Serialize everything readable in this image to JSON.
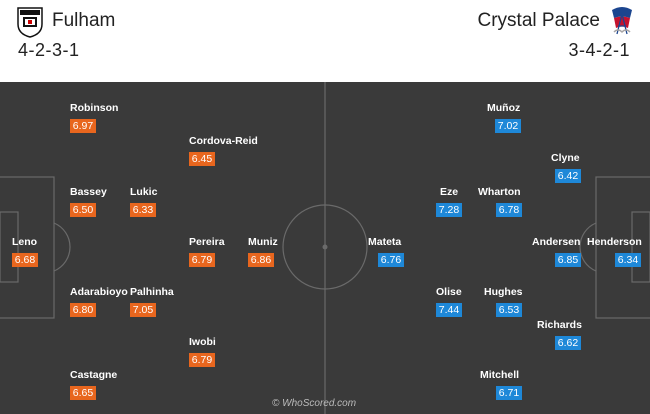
{
  "home": {
    "name": "Fulham",
    "formation": "4-2-3-1",
    "color": "#e8661e",
    "players": [
      {
        "name": "Robinson",
        "rating": "6.97"
      },
      {
        "name": "Cordova-Reid",
        "rating": "6.45"
      },
      {
        "name": "Bassey",
        "rating": "6.50"
      },
      {
        "name": "Lukic",
        "rating": "6.33"
      },
      {
        "name": "Leno",
        "rating": "6.68"
      },
      {
        "name": "Pereira",
        "rating": "6.79"
      },
      {
        "name": "Muniz",
        "rating": "6.86"
      },
      {
        "name": "Adarabioyo",
        "rating": "6.80"
      },
      {
        "name": "Palhinha",
        "rating": "7.05"
      },
      {
        "name": "Iwobi",
        "rating": "6.79"
      },
      {
        "name": "Castagne",
        "rating": "6.65"
      }
    ]
  },
  "away": {
    "name": "Crystal Palace",
    "formation": "3-4-2-1",
    "color": "#1e88d8",
    "players": [
      {
        "name": "Muñoz",
        "rating": "7.02"
      },
      {
        "name": "Clyne",
        "rating": "6.42"
      },
      {
        "name": "Eze",
        "rating": "7.28"
      },
      {
        "name": "Wharton",
        "rating": "6.78"
      },
      {
        "name": "Mateta",
        "rating": "6.76"
      },
      {
        "name": "Andersen",
        "rating": "6.85"
      },
      {
        "name": "Henderson",
        "rating": "6.34"
      },
      {
        "name": "Olise",
        "rating": "7.44"
      },
      {
        "name": "Hughes",
        "rating": "6.53"
      },
      {
        "name": "Richards",
        "rating": "6.62"
      },
      {
        "name": "Mitchell",
        "rating": "6.71"
      }
    ]
  },
  "watermark": "© WhoScored.com"
}
